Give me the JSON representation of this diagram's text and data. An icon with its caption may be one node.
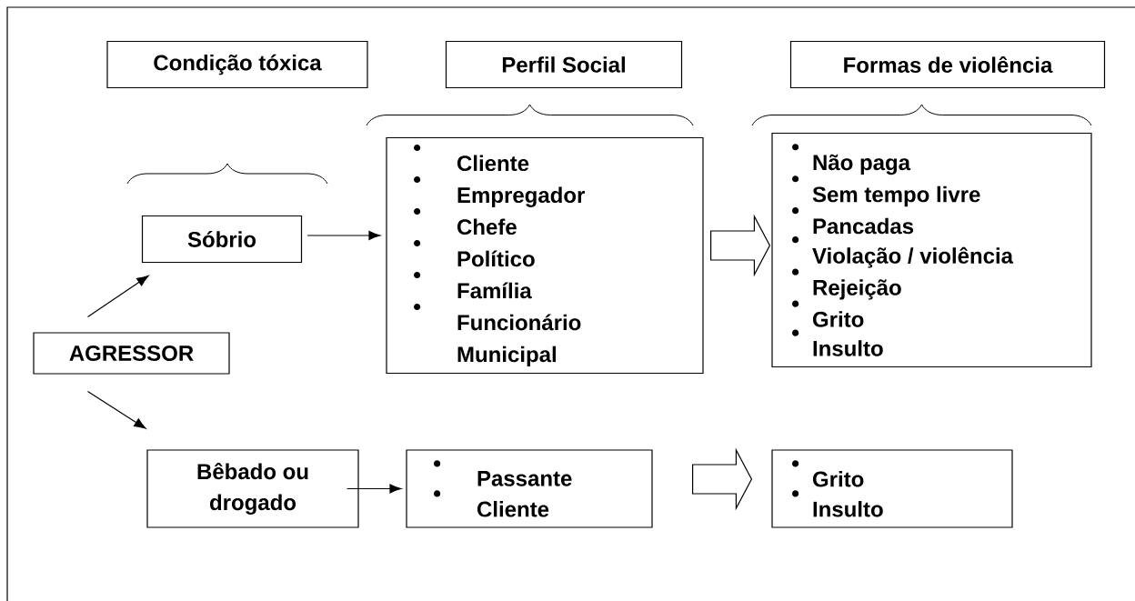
{
  "diagram": {
    "nodes": [
      {
        "text": [
          "Condição tóxica"
        ]
      },
      {
        "text": [
          "Perfil Social"
        ]
      },
      {
        "text": [
          "Formas de violência"
        ]
      },
      {
        "text": [
          "Sóbrio"
        ]
      },
      {
        "text": [
          "Cliente",
          "Empregador",
          "Chefe",
          "Político",
          "Família",
          "Funcionário Municipal"
        ]
      },
      {
        "text": [
          "Não paga",
          "Sem tempo livre",
          "Pancadas",
          "Violação / violência",
          "Rejeição",
          "Grito",
          "Insulto"
        ]
      },
      {
        "text": [
          "AGRESSOR"
        ]
      },
      {
        "text": [
          "Bêbado ou drogado"
        ]
      },
      {
        "text": [
          "Passante",
          "Cliente"
        ]
      },
      {
        "text": [
          "Grito",
          "Insulto"
        ]
      }
    ],
    "edges": [
      {
        "from": 6,
        "to": 3,
        "arrow": "to"
      },
      {
        "from": 6,
        "to": 7,
        "arrow": "to"
      },
      {
        "from": 3,
        "to": 4,
        "arrow": "to"
      },
      {
        "from": 4,
        "to": 5,
        "arrow": "to",
        "style": "thick"
      },
      {
        "from": 7,
        "to": 8,
        "arrow": "to"
      },
      {
        "from": 8,
        "to": 9,
        "arrow": "to",
        "style": "thick"
      }
    ]
  }
}
